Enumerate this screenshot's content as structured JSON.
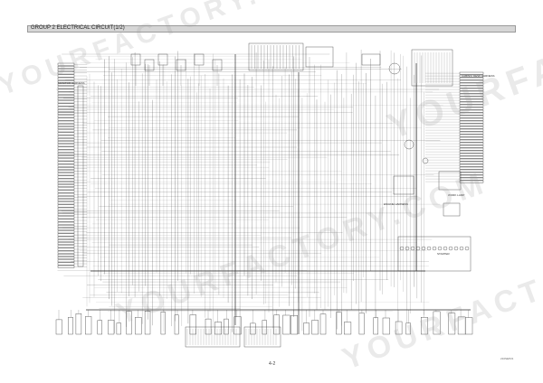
{
  "header": {
    "title": "GROUP 2 ELECTRICAL CIRCUIT(1/2)"
  },
  "footer": {
    "page_number": "4-2",
    "drawing_code": "210SEP21"
  },
  "labels": {
    "left_harness": "MONITOR HARNESS",
    "cabin_harness": "CABIN/C DESK HARNESS",
    "engine_harness": "ENGINE HARNESS",
    "bottom_right": "STARTER",
    "mid_right": "WORK LAMP"
  },
  "watermark": {
    "text": "YOURFACTORY.COM"
  },
  "colors": {
    "line": "#3a3a3a",
    "header_bg": "#d6d6d6",
    "watermark": "#969696"
  }
}
